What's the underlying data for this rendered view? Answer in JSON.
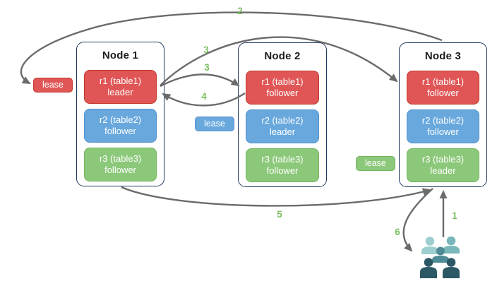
{
  "colors": {
    "red": "#e05656",
    "red-border": "#c0392b",
    "blue": "#68a8dd",
    "blue-border": "#5191cc",
    "green": "#8cc87a",
    "green-border": "#72b65c",
    "node-border": "#1f3a5f",
    "arrow": "#6b6b6b",
    "label": "#7dbf63",
    "teal-light": "#9ecfd0",
    "teal-med-light": "#79b7bb",
    "teal-med": "#4f8b96",
    "teal-dark": "#2c5765"
  },
  "nodes": [
    {
      "title": "Node 1",
      "replicas": [
        {
          "name": "r1 (table1)",
          "role": "leader",
          "color": "red"
        },
        {
          "name": "r2 (table2)",
          "role": "follower",
          "color": "blue"
        },
        {
          "name": "r3 (table3)",
          "role": "follower",
          "color": "green"
        }
      ]
    },
    {
      "title": "Node 2",
      "replicas": [
        {
          "name": "r1 (table1)",
          "role": "follower",
          "color": "red"
        },
        {
          "name": "r2 (table2)",
          "role": "leader",
          "color": "blue"
        },
        {
          "name": "r3 (table3)",
          "role": "follower",
          "color": "green"
        }
      ]
    },
    {
      "title": "Node 3",
      "replicas": [
        {
          "name": "r1 (table1)",
          "role": "follower",
          "color": "red"
        },
        {
          "name": "r2 (table2)",
          "role": "follower",
          "color": "blue"
        },
        {
          "name": "r3 (table3)",
          "role": "leader",
          "color": "green"
        }
      ]
    }
  ],
  "leases": [
    {
      "label": "lease",
      "color": "red"
    },
    {
      "label": "lease",
      "color": "blue"
    },
    {
      "label": "lease",
      "color": "green"
    }
  ],
  "arrows": [
    {
      "label": "2",
      "from": "node3",
      "to": "lease-red-node1"
    },
    {
      "label": "3",
      "from": "node1-r1-leader",
      "to": "node3-r1-follower"
    },
    {
      "label": "3",
      "from": "node1-r1-leader",
      "to": "node2-r1-follower"
    },
    {
      "label": "4",
      "from": "node2-r1-follower",
      "to": "node1-r1-leader"
    },
    {
      "label": "5",
      "from": "node1",
      "to": "node3"
    },
    {
      "label": "1",
      "from": "clients",
      "to": "node3"
    },
    {
      "label": "6",
      "from": "node3",
      "to": "clients"
    }
  ],
  "clients": {
    "name": "clients"
  }
}
